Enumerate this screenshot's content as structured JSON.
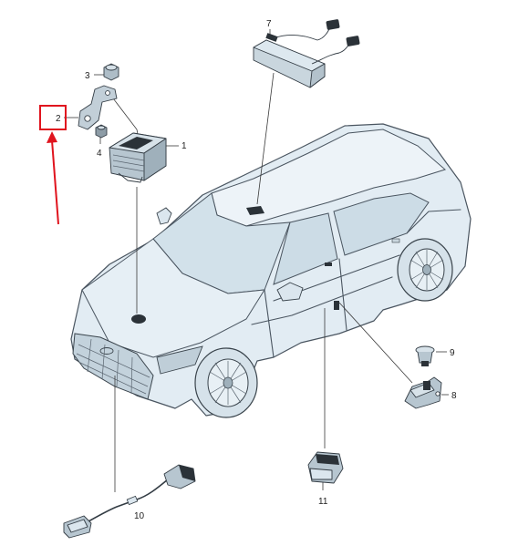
{
  "callouts": {
    "c1": "1",
    "c2": "2",
    "c3": "3",
    "c4": "4",
    "c7": "7",
    "c8": "8",
    "c9": "9",
    "c10": "10",
    "c11": "11"
  },
  "colors": {
    "highlight": "#e0141e",
    "car_fill": "#dde9f1",
    "part_fill": "#c9d6de",
    "part_dark": "#2b3238",
    "outline": "#4a5560"
  },
  "highlighted_callout": "2"
}
